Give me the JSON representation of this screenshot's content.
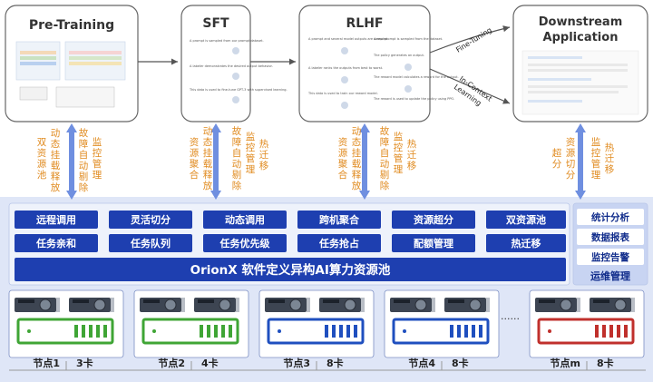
{
  "stages": [
    {
      "title": "Pre-Training"
    },
    {
      "title": "SFT"
    },
    {
      "title": "RLHF"
    },
    {
      "title": "Downstream\nApplication",
      "lines": [
        "Downstream",
        "Application"
      ]
    }
  ],
  "sft_texts": [
    "A prompt is sampled from our prompt dataset.",
    "A labeler demonstrates the desired output behavior.",
    "This data is used to fine-tune GPT-3 with supervised learning."
  ],
  "rlhf_texts": [
    "A prompt and several model outputs are sampled.",
    "A labeler ranks the outputs from best to worst.",
    "This data is used to train our reward model.",
    "A new prompt is sampled from the dataset.",
    "The policy generates an output.",
    "The reward model calculates a reward for the output.",
    "The reward is used to update the policy using PPO."
  ],
  "arrows": {
    "fine_tuning": "Fine-Tuning",
    "in_context_learning": "In-Context Learning",
    "in_context_lines": [
      "In-Context",
      "Learning"
    ]
  },
  "stage_features": [
    {
      "columns": [
        "动态挂载释放",
        "双资源池"
      ],
      "columns2": [
        "故障自动剔除",
        "监控管理"
      ]
    },
    {
      "columns": [
        "动态挂载释放",
        "资源聚合"
      ],
      "columns2": [
        "故障自动剔除",
        "监控管理",
        "热迁移"
      ]
    },
    {
      "columns": [
        "动态挂载释放",
        "资源聚合"
      ],
      "columns2": [
        "故障自动剔除",
        "监控管理",
        "热迁移"
      ]
    },
    {
      "columns": [
        "资源切分",
        "超分"
      ],
      "columns2": [
        "监控管理",
        "热迁移"
      ]
    }
  ],
  "features_row1": [
    "远程调用",
    "灵活切分",
    "动态调用",
    "跨机聚合",
    "资源超分",
    "双资源池"
  ],
  "features_row2": [
    "任务亲和",
    "任务队列",
    "任务优先级",
    "任务抢占",
    "配额管理",
    "热迁移"
  ],
  "pool_title": "OrionX 软件定义异构AI算力资源池",
  "ops": {
    "items": [
      "统计分析",
      "数据报表",
      "监控告警"
    ],
    "title": "运维管理"
  },
  "ellipsis": "......",
  "nodes": [
    {
      "name": "节点1",
      "cards": "3卡",
      "color": "#3fa535"
    },
    {
      "name": "节点2",
      "cards": "4卡",
      "color": "#3fa535"
    },
    {
      "name": "节点3",
      "cards": "8卡",
      "color": "#1f4fbf"
    },
    {
      "name": "节点4",
      "cards": "8卡",
      "color": "#1f4fbf"
    },
    {
      "name": "节点m",
      "cards": "8卡",
      "color": "#c0302c"
    }
  ],
  "colors": {
    "feature_blue": "#1e3fb0",
    "pool_bg": "#d3dcf5",
    "ops_bg": "#ffffff",
    "label_orange": "#e08a1e",
    "arrow_blue": "#6f8fe0"
  }
}
